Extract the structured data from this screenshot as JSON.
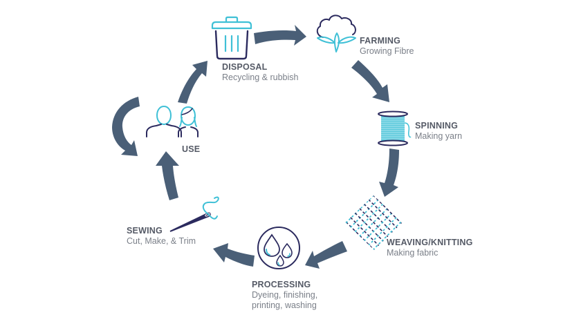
{
  "colors": {
    "arrow": "#4a5f77",
    "navy": "#2b2a5e",
    "cyan": "#3fc0d6",
    "title": "#555a66",
    "subtitle": "#7a7f88",
    "background": "#ffffff"
  },
  "stages": [
    {
      "id": "disposal",
      "title": "DISPOSAL",
      "subtitle_lines": [
        "Recycling & rubbish"
      ],
      "icon": "trash-bin-icon"
    },
    {
      "id": "farming",
      "title": "FARMING",
      "subtitle_lines": [
        "Growing Fibre"
      ],
      "icon": "cotton-plant-icon"
    },
    {
      "id": "spinning",
      "title": "SPINNING",
      "subtitle_lines": [
        "Making yarn"
      ],
      "icon": "thread-spool-icon"
    },
    {
      "id": "weaving",
      "title": "WEAVING/KNITTING",
      "subtitle_lines": [
        "Making fabric"
      ],
      "icon": "woven-fabric-icon"
    },
    {
      "id": "processing",
      "title": "PROCESSING",
      "subtitle_lines": [
        "Dyeing, finishing,",
        "printing, washing"
      ],
      "icon": "water-drops-icon"
    },
    {
      "id": "sewing",
      "title": "SEWING",
      "subtitle_lines": [
        "Cut, Make, & Trim"
      ],
      "icon": "needle-thread-icon"
    },
    {
      "id": "use",
      "title": "USE",
      "subtitle_lines": [],
      "icon": "people-icon"
    }
  ],
  "flow": [
    {
      "from": "disposal",
      "to": "farming"
    },
    {
      "from": "farming",
      "to": "spinning"
    },
    {
      "from": "spinning",
      "to": "weaving"
    },
    {
      "from": "weaving",
      "to": "processing"
    },
    {
      "from": "processing",
      "to": "sewing"
    },
    {
      "from": "sewing",
      "to": "use"
    },
    {
      "from": "use",
      "to": "use",
      "note": "reuse loop"
    },
    {
      "from": "use",
      "to": "disposal"
    }
  ]
}
